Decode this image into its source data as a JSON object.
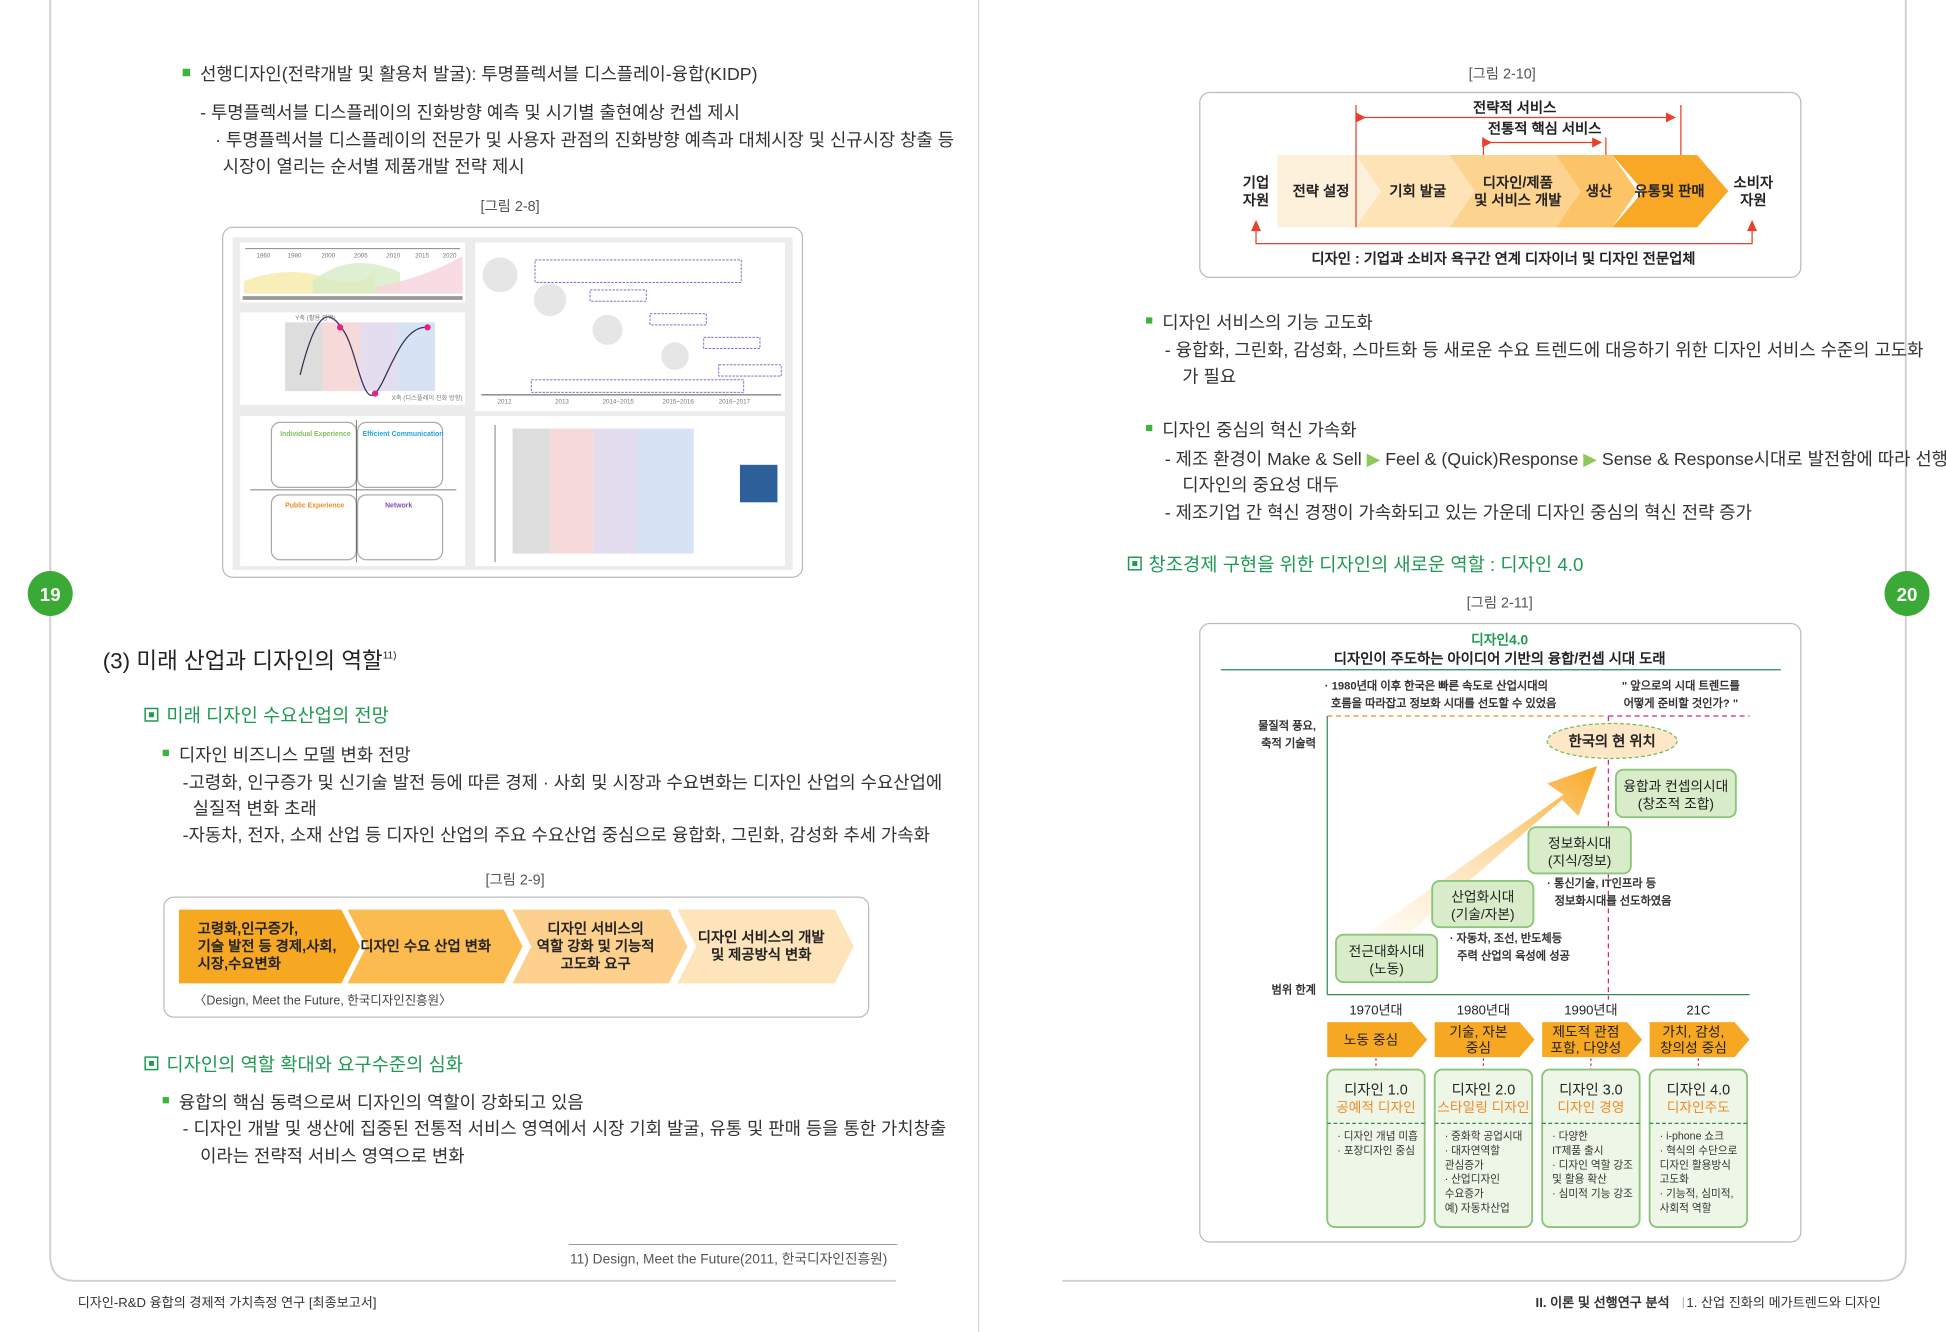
{
  "left_page": {
    "page_number": "19",
    "intro": {
      "bullet": "선행디자인(전략개발 및 활용처 발굴): 투명플렉서블 디스플레이-융합(KIDP)",
      "dash": "- 투명플렉서블 디스플레이의 진화방향 예측 및 시기별 출현예상 컨셉 제시",
      "dot_lines": [
        "· 투명플렉서블 디스플레이의 전문가 및 사용자 관점의 진화방향 예측과 대체시장 및 신규시장 창출 등",
        "시장이 열리는 순서별 제품개발 전략 제시"
      ]
    },
    "fig_2_8": {
      "caption": "[그림 2-8]",
      "years_top": [
        "1960",
        "1980",
        "2000",
        "2005",
        "2010",
        "2015",
        "2020"
      ],
      "years_bottom": [
        "2012",
        "2013",
        "2014~2015",
        "2015~2016",
        "2016~2017"
      ],
      "quadrants": [
        "Individual Experience",
        "Efficient Communication",
        "Public Experience",
        "Network"
      ],
      "y_axis_label": "Y축 (활용 영역)",
      "x_axis_label": "X축 (디스플레이 진화 방향)"
    },
    "section_heading": "(3) 미래 산업과 디자인의 역할",
    "section_footnote_ref": "11)",
    "sub1": {
      "heading": "미래 디자인 수요산업의 전망",
      "bullet": "디자인 비즈니스 모델 변화 전망",
      "dashes": [
        "-고령화, 인구증가 및 신기술 발전 등에 따른 경제 · 사회 및 시장과 수요변화는 디자인 산업의 수요산업에",
        "실질적 변화 초래",
        "-자동차, 전자, 소재 산업 등 디자인 산업의 주요 수요산업 중심으로 융합화, 그린화, 감성화 추세 가속화"
      ]
    },
    "fig_2_9": {
      "caption": "[그림 2-9]",
      "steps": [
        {
          "lines": [
            "고령화,인구증가,",
            "기술 발전 등 경제,사회,",
            "시장,수요변화"
          ],
          "color": "#f7a823"
        },
        {
          "lines": [
            "디자인 수요 산업 변화"
          ],
          "color": "#fbbb4e"
        },
        {
          "lines": [
            "디자인 서비스의",
            "역할 강화 및 기능적",
            "고도화 요구"
          ],
          "color": "#fdd08e"
        },
        {
          "lines": [
            "디자인 서비스의 개발",
            "및 제공방식 변화"
          ],
          "color": "#fee4bb"
        }
      ],
      "source": "〈Design, Meet the Future, 한국디자인진흥원〉"
    },
    "sub2": {
      "heading": "디자인의 역할 확대와 요구수준의 심화",
      "bullet": "융합의 핵심 동력으로써 디자인의 역할이 강화되고 있음",
      "dashes": [
        "- 디자인 개발 및 생산에 집중된 전통적 서비스 영역에서 시장 기회 발굴, 유통 및 판매 등을 통한 가치창출",
        "이라는 전략적 서비스 영역으로 변화"
      ]
    },
    "footnote": "11) Design, Meet the Future(2011, 한국디자인진흥원)",
    "footer": "디자인-R&D 융합의 경제적 가치측정 연구 [최종보고서]"
  },
  "right_page": {
    "page_number": "20",
    "fig_2_10": {
      "caption": "[그림 2-10]",
      "strategic_service": "전략적 서비스",
      "core_service": "전통적 핵심 서비스",
      "left_label": [
        "기업",
        "자원"
      ],
      "right_label": [
        "소비자",
        "자원"
      ],
      "stages": [
        {
          "lines": [
            "전략 설정"
          ],
          "color": "#fdf1dc"
        },
        {
          "lines": [
            "기회 발굴"
          ],
          "color": "#fde3b6"
        },
        {
          "lines": [
            "디자인/제품",
            "및 서비스 개발"
          ],
          "color": "#fdd390"
        },
        {
          "lines": [
            "생산"
          ],
          "color": "#fcc466"
        },
        {
          "lines": [
            "유통및 판매"
          ],
          "color": "#f9a825"
        }
      ],
      "bottom_caption": "디자인 : 기업과 소비자 욕구간 연계 디자이너 및 디자인 전문업체"
    },
    "block1": {
      "bullet": "디자인 서비스의 기능 고도화",
      "dash": [
        "- 융합화, 그린화, 감성화, 스마트화 등 새로운 수요 트렌드에 대응하기 위한 디자인 서비스 수준의 고도화",
        "가 필요"
      ]
    },
    "block2": {
      "bullet": "디자인 중심의 혁신 가속화",
      "dash1_parts": [
        "- 제조 환경이 Make & Sell",
        "Feel & (Quick)Response",
        "Sense & Response시대로 발전함에 따라 선행"
      ],
      "dash1_cont": "디자인의 중요성 대두",
      "dash2": "- 제조기업 간 혁신 경쟁이 가속화되고 있는 가운데 디자인 중심의 혁신 전략 증가"
    },
    "heading": "창조경제 구현을 위한 디자인의 새로운 역할 : 디자인 4.0",
    "fig_2_11": {
      "caption": "[그림 2-11]",
      "title": "디자인4.0",
      "subtitle": "디자인이 주도하는 아이디어 기반의 융합/컨셉 시대 도래",
      "note_left": [
        "· 1980년대 이후 한국은 빠른 속도로 산업시대의",
        "호름을 따라잡고 정보화 시대를 선도할 수 있었음"
      ],
      "note_right": [
        "\" 앞으로의 시대 트렌드를",
        "어떻게 준비할 것인가? \""
      ],
      "y_top": [
        "물질적 풍요,",
        "축적 기술력"
      ],
      "y_bottom": "범위 한계",
      "current_position": "한국의 현 위치",
      "eras": [
        [
          "전근대화시대",
          "(노동)"
        ],
        [
          "산업화시대",
          "(기술/자본)"
        ],
        [
          "정보화시대",
          "(지식/정보)"
        ],
        [
          "융합과 컨셉의시대",
          "(창조적 조합)"
        ]
      ],
      "era_note_1": [
        "· 자동차, 조선, 반도체등",
        "주력 산업의 육성에 성공"
      ],
      "era_note_2": [
        "· 통신기술, IT인프라 등",
        "정보화시대를 선도하였음"
      ],
      "columns": [
        {
          "decade": "1970년대",
          "focus": [
            "노동 중심"
          ],
          "title": "디자인 1.0",
          "subtitle": "공예적 디자인",
          "items": [
            "· 디자인 개념 미흡",
            "· 포장디자인 중심"
          ]
        },
        {
          "decade": "1980년대",
          "focus": [
            "기술, 자본",
            "중심"
          ],
          "title": "디자인 2.0",
          "subtitle": "스타일링 디자인",
          "items": [
            "· 중화학 공업시대",
            "· 대자연역할",
            "  관심증가",
            "· 산업디자인",
            "  수요증가",
            "  예) 자동차산업"
          ]
        },
        {
          "decade": "1990년대",
          "focus": [
            "제도적 관점",
            "포함, 다양성"
          ],
          "title": "디자인 3.0",
          "subtitle": "디자인 경영",
          "items": [
            "· 다양한",
            "  IT제품 출시",
            "· 디자인 역할 강조",
            "  및 활용 확산",
            "· 심미적 기능 강조"
          ]
        },
        {
          "decade": "21C",
          "focus": [
            "가치, 감성,",
            "창의성 중심"
          ],
          "title": "디자인 4.0",
          "subtitle": "디자인주도",
          "items": [
            "· i-phone 쇼크",
            "· 혁식의 수단으로",
            "  디자인 활용방식",
            "  고도화",
            "· 기능적, 심미적,",
            "  사회적 역할"
          ]
        }
      ]
    },
    "footer_section": "II. 이론 및 선행연구 분석",
    "footer_chapter": "1. 산업 진화의 메가트렌드와 디자인"
  },
  "colors": {
    "green": "#1f9a52",
    "bullet_green": "#3cb43c",
    "orange": "#f7a823",
    "red": "#e8402a",
    "magenta": "#e0207a"
  }
}
